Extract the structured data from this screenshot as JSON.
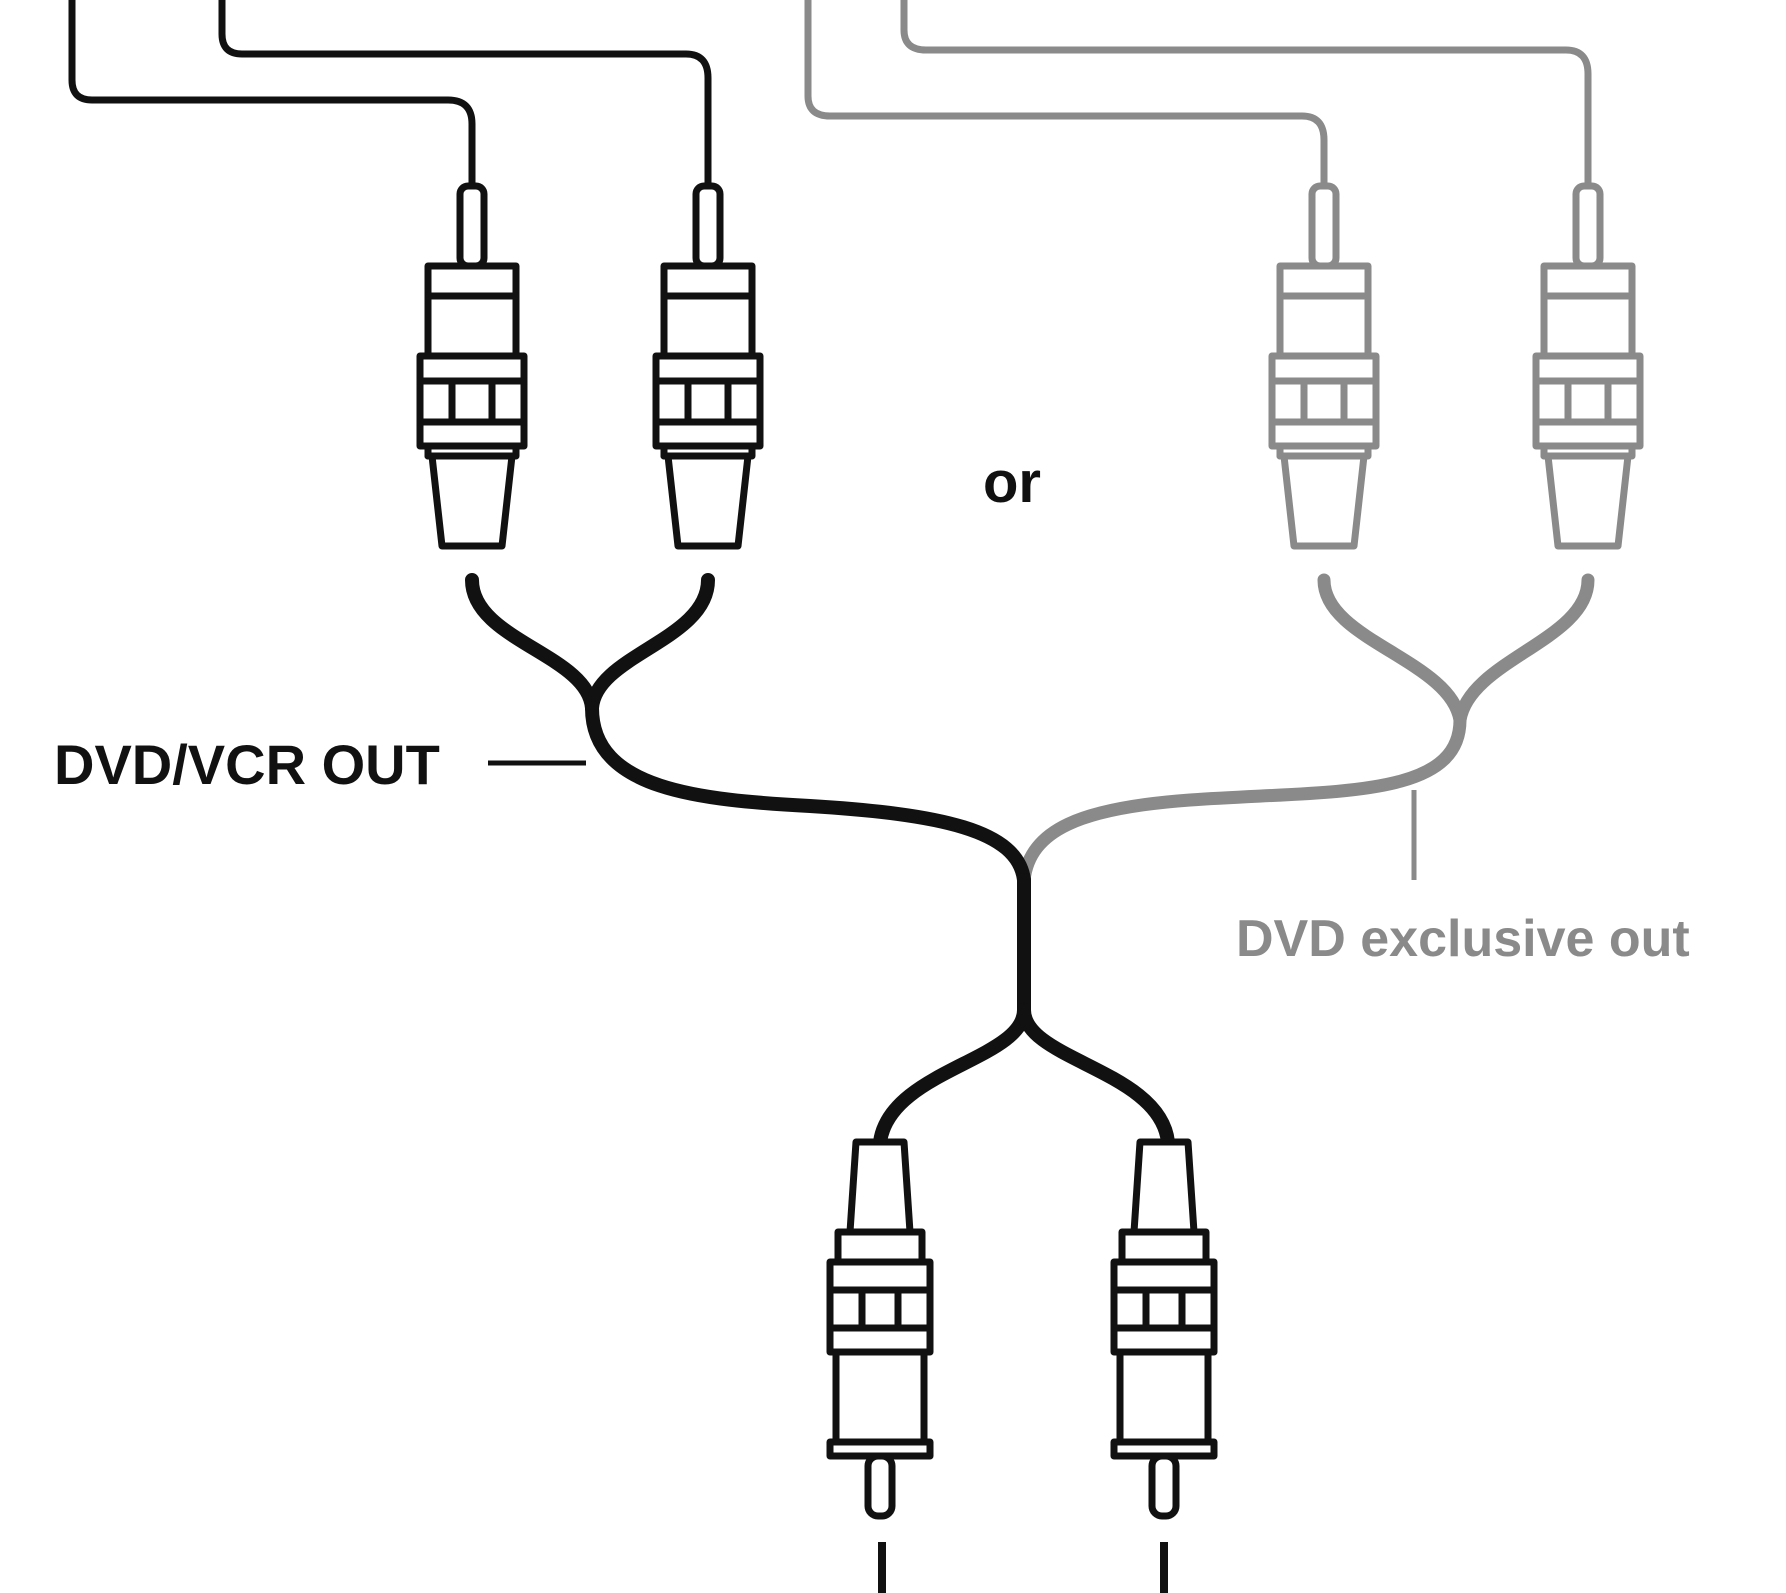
{
  "labels": {
    "or": "or",
    "dvd_vcr_out": "DVD/VCR OUT",
    "dvd_exclusive_out": "DVD exclusive out"
  },
  "colors": {
    "primary_cable": "#111111",
    "alternate_cable": "#8a8a8a",
    "background": "#ffffff"
  }
}
